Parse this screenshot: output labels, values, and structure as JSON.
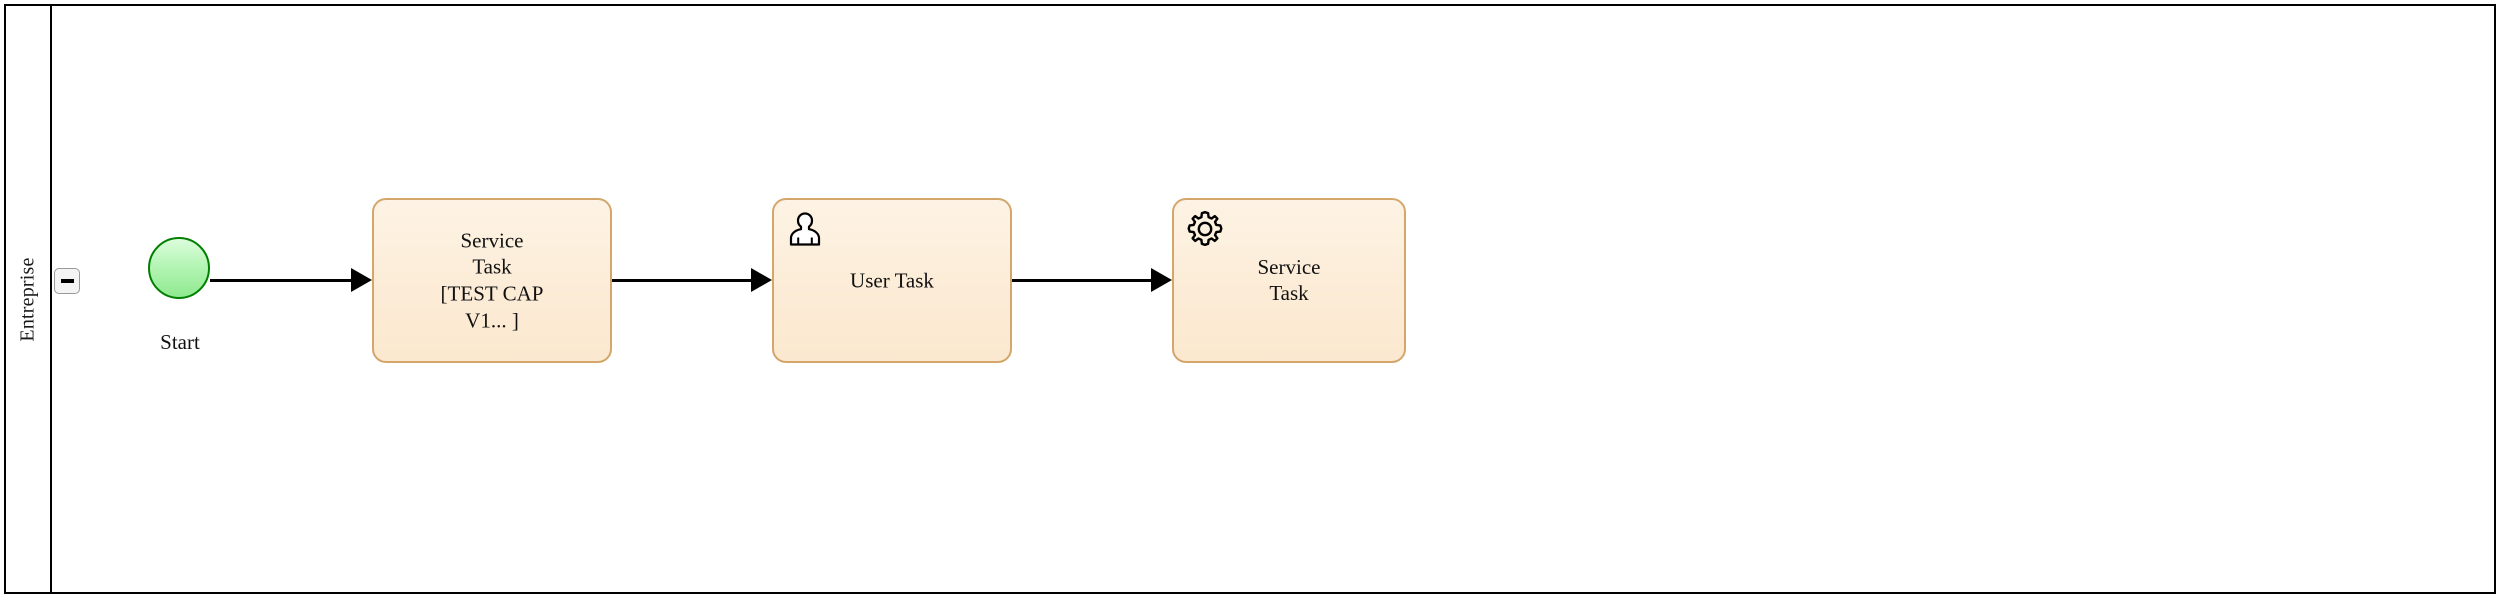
{
  "diagram": {
    "type": "bpmn-process",
    "pool": {
      "lane_label": "Entreprise",
      "collapse_button": {
        "icon": "minus-icon",
        "state": "expanded"
      }
    },
    "nodes": [
      {
        "id": "start-event",
        "kind": "start-event",
        "label": "Start",
        "fill": "#b6f5b6",
        "stroke": "#008000"
      },
      {
        "id": "task-service-1",
        "kind": "service-task",
        "label": "Service\nTask\n[TEST CAP\nV1... ]",
        "icon": "",
        "fill": "#fcecd7",
        "stroke": "#d3a76c"
      },
      {
        "id": "task-user",
        "kind": "user-task",
        "label": "User Task",
        "icon": "user-icon",
        "fill": "#fcecd7",
        "stroke": "#d3a76c"
      },
      {
        "id": "task-service-2",
        "kind": "service-task",
        "label": "Service\nTask",
        "icon": "gear-icon",
        "fill": "#fcecd7",
        "stroke": "#d3a76c"
      }
    ],
    "flows": [
      {
        "id": "flow-1",
        "from": "start-event",
        "to": "task-service-1"
      },
      {
        "id": "flow-2",
        "from": "task-service-1",
        "to": "task-user"
      },
      {
        "id": "flow-3",
        "from": "task-user",
        "to": "task-service-2"
      }
    ],
    "colors": {
      "pool_border": "#000000",
      "task_fill": "#fcecd7",
      "task_border": "#d3a76c",
      "start_fill": "#b6f5b6",
      "start_border": "#008000",
      "flow_stroke": "#000000",
      "canvas_background": "#ffffff"
    }
  }
}
